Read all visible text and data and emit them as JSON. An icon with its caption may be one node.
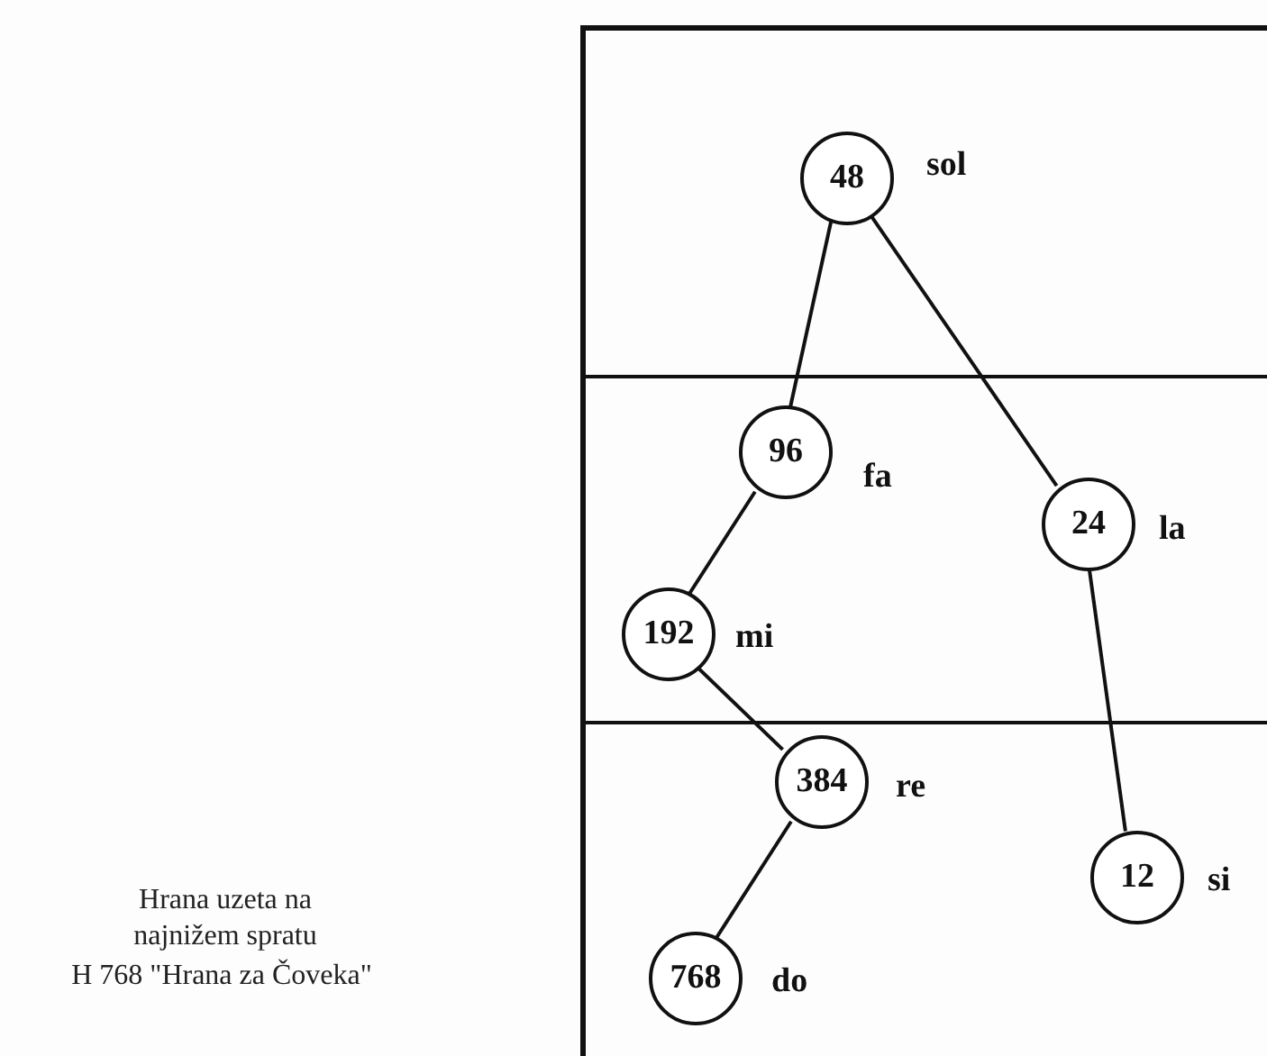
{
  "diagram": {
    "nodes": [
      {
        "text": [],
        "shape": "band"
      },
      {
        "text": [],
        "shape": "band"
      },
      {
        "text": [],
        "shape": "band"
      },
      {
        "text": [
          "48"
        ],
        "beside": [
          "sol"
        ],
        "in": 0
      },
      {
        "text": [
          "96"
        ],
        "beside": [
          "fa"
        ],
        "in": 1
      },
      {
        "text": [
          "24"
        ],
        "beside": [
          "la"
        ],
        "in": 1
      },
      {
        "text": [
          "192"
        ],
        "beside": [
          "mi"
        ],
        "in": 1
      },
      {
        "text": [
          "384"
        ],
        "beside": [
          "re"
        ],
        "in": 2
      },
      {
        "text": [
          "12"
        ],
        "beside": [
          "si"
        ],
        "in": 2
      },
      {
        "text": [
          "768"
        ],
        "beside": [
          "do"
        ],
        "in": 2
      }
    ],
    "edges": [
      {
        "from": 3,
        "to": 4,
        "arrow": "none"
      },
      {
        "from": 3,
        "to": 5,
        "arrow": "none"
      },
      {
        "from": 4,
        "to": 6,
        "arrow": "none"
      },
      {
        "from": 6,
        "to": 7,
        "arrow": "none"
      },
      {
        "from": 7,
        "to": 9,
        "arrow": "none"
      },
      {
        "from": 5,
        "to": 8,
        "arrow": "none"
      }
    ],
    "labels": [
      "Hrana uzeta na najnižem spratu",
      "H 768 \"Hrana za Čoveka\""
    ]
  }
}
